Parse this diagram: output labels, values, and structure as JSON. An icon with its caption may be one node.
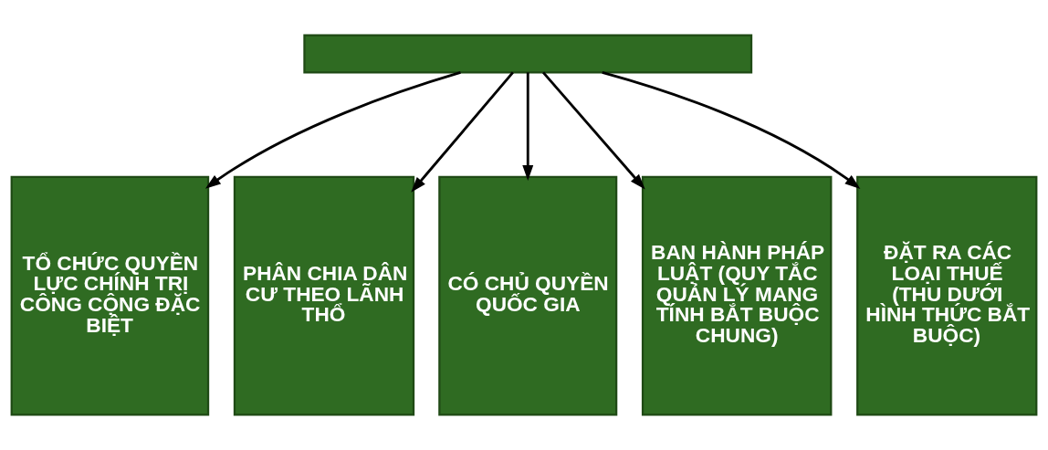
{
  "diagram": {
    "nodes": [
      {
        "text": [],
        "shape": "box"
      },
      {
        "text": [
          "TỔ CHỨC QUYỀN LỰC CHÍNH TRỊ CÔNG CỘNG ĐẶC BIỆT"
        ]
      },
      {
        "text": [
          "PHÂN CHIA DÂN CƯ THEO LÃNH THỔ"
        ]
      },
      {
        "text": [
          "CÓ CHỦ QUYỀN QUỐC GIA"
        ]
      },
      {
        "text": [
          "BAN HÀNH PHÁP LUẬT (QUY TẮC QUẢN LÝ MANG TÍNH BẮT BUỘC CHUNG)"
        ]
      },
      {
        "text": [
          "ĐẶT RA CÁC LOẠI THUẾ (THU DƯỚI HÌNH THỨC BẮT BUỘC)"
        ]
      }
    ],
    "edges": [
      {
        "from": 0,
        "to": 1,
        "arrow": "to"
      },
      {
        "from": 0,
        "to": 2,
        "arrow": "to"
      },
      {
        "from": 0,
        "to": 3,
        "arrow": "to"
      },
      {
        "from": 0,
        "to": 4,
        "arrow": "to"
      },
      {
        "from": 0,
        "to": 5,
        "arrow": "to"
      }
    ]
  }
}
